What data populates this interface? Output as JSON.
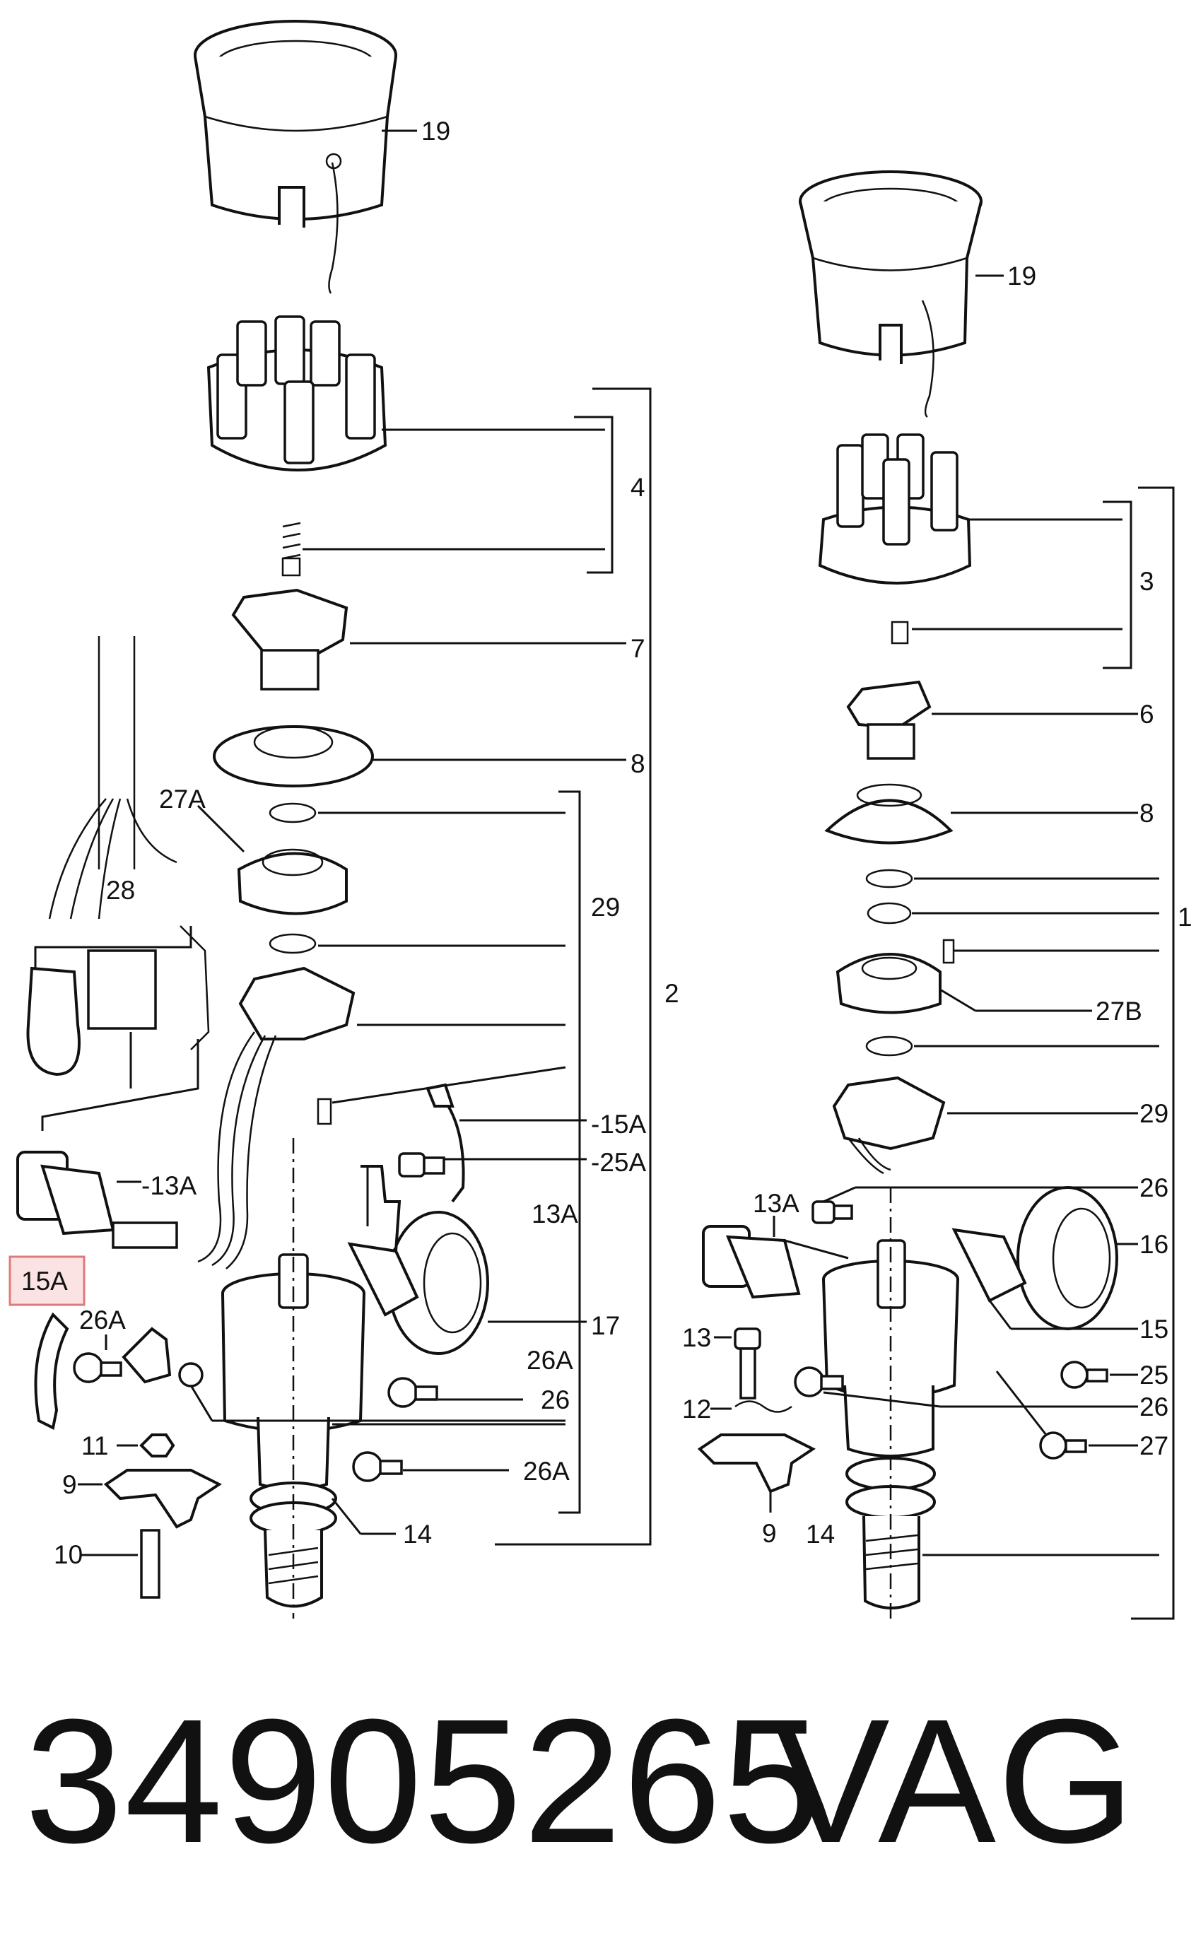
{
  "labels": {
    "l19a": "19",
    "l4": "4",
    "l7": "7",
    "l8a": "8",
    "l27a": "27A",
    "l28": "28",
    "l29a": "29",
    "l2": "2",
    "l15a_r": "-15A",
    "l25a_r": "-25A",
    "l13a_mid": "13A",
    "l13a_left": "-13A",
    "l15a_box": "15A",
    "l17": "17",
    "l26a_top": "26A",
    "l26a_mid": "26A",
    "l26_mid": "26",
    "l26a_bot": "26A",
    "l11": "11",
    "l9a": "9",
    "l10": "10",
    "l14a": "14",
    "l19b": "19",
    "l3": "3",
    "l6": "6",
    "l8b": "8",
    "l1": "1",
    "l27b": "27B",
    "l29b": "29",
    "l13a_r": "13A",
    "l26_r1": "26",
    "l16": "16",
    "l13": "13",
    "l15_r": "15",
    "l25_r": "25",
    "l12": "12",
    "l26_r2": "26",
    "l27_r": "27",
    "l9b": "9",
    "l14b": "14"
  },
  "footer": {
    "part_number": "34905265",
    "brand": "VAG"
  },
  "highlight_color": "#e07a7a"
}
